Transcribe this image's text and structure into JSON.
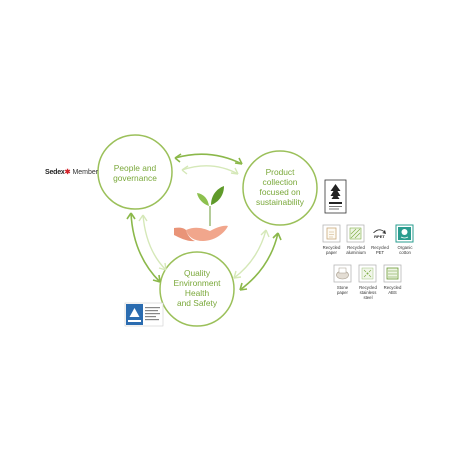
{
  "diagram": {
    "nodes": [
      {
        "id": "people",
        "label": "People and\ngovernance"
      },
      {
        "id": "product",
        "label": "Product\ncollection\nfocused on\nsustainability"
      },
      {
        "id": "quality",
        "label": "Quality\nEnvironment\nHealth\nand Safety"
      }
    ],
    "center_icon": "hand-with-leaves-icon",
    "accent_color": "#8bb84a"
  },
  "sedex": {
    "brand": "Sedex",
    "mark": "✱",
    "member": "Member"
  },
  "materials": [
    {
      "label": "Recycled\npaper",
      "icon": "recycled-paper-icon"
    },
    {
      "label": "Recycled\naluminium",
      "icon": "recycled-aluminium-icon"
    },
    {
      "label": "Recycled\nPET",
      "icon": "rpet-icon"
    },
    {
      "label": "Organic\ncotton",
      "icon": "organic-cotton-icon"
    },
    {
      "label": "Stone\npaper",
      "icon": "stone-paper-icon"
    },
    {
      "label": "Recycled\nstainless\nsteel",
      "icon": "recycled-stainless-steel-icon"
    },
    {
      "label": "Recycled\nABS",
      "icon": "recycled-abs-icon"
    }
  ],
  "certifications": [
    {
      "name": "fsc-logo-icon"
    },
    {
      "name": "tuv-rheinland-logo-icon"
    }
  ]
}
